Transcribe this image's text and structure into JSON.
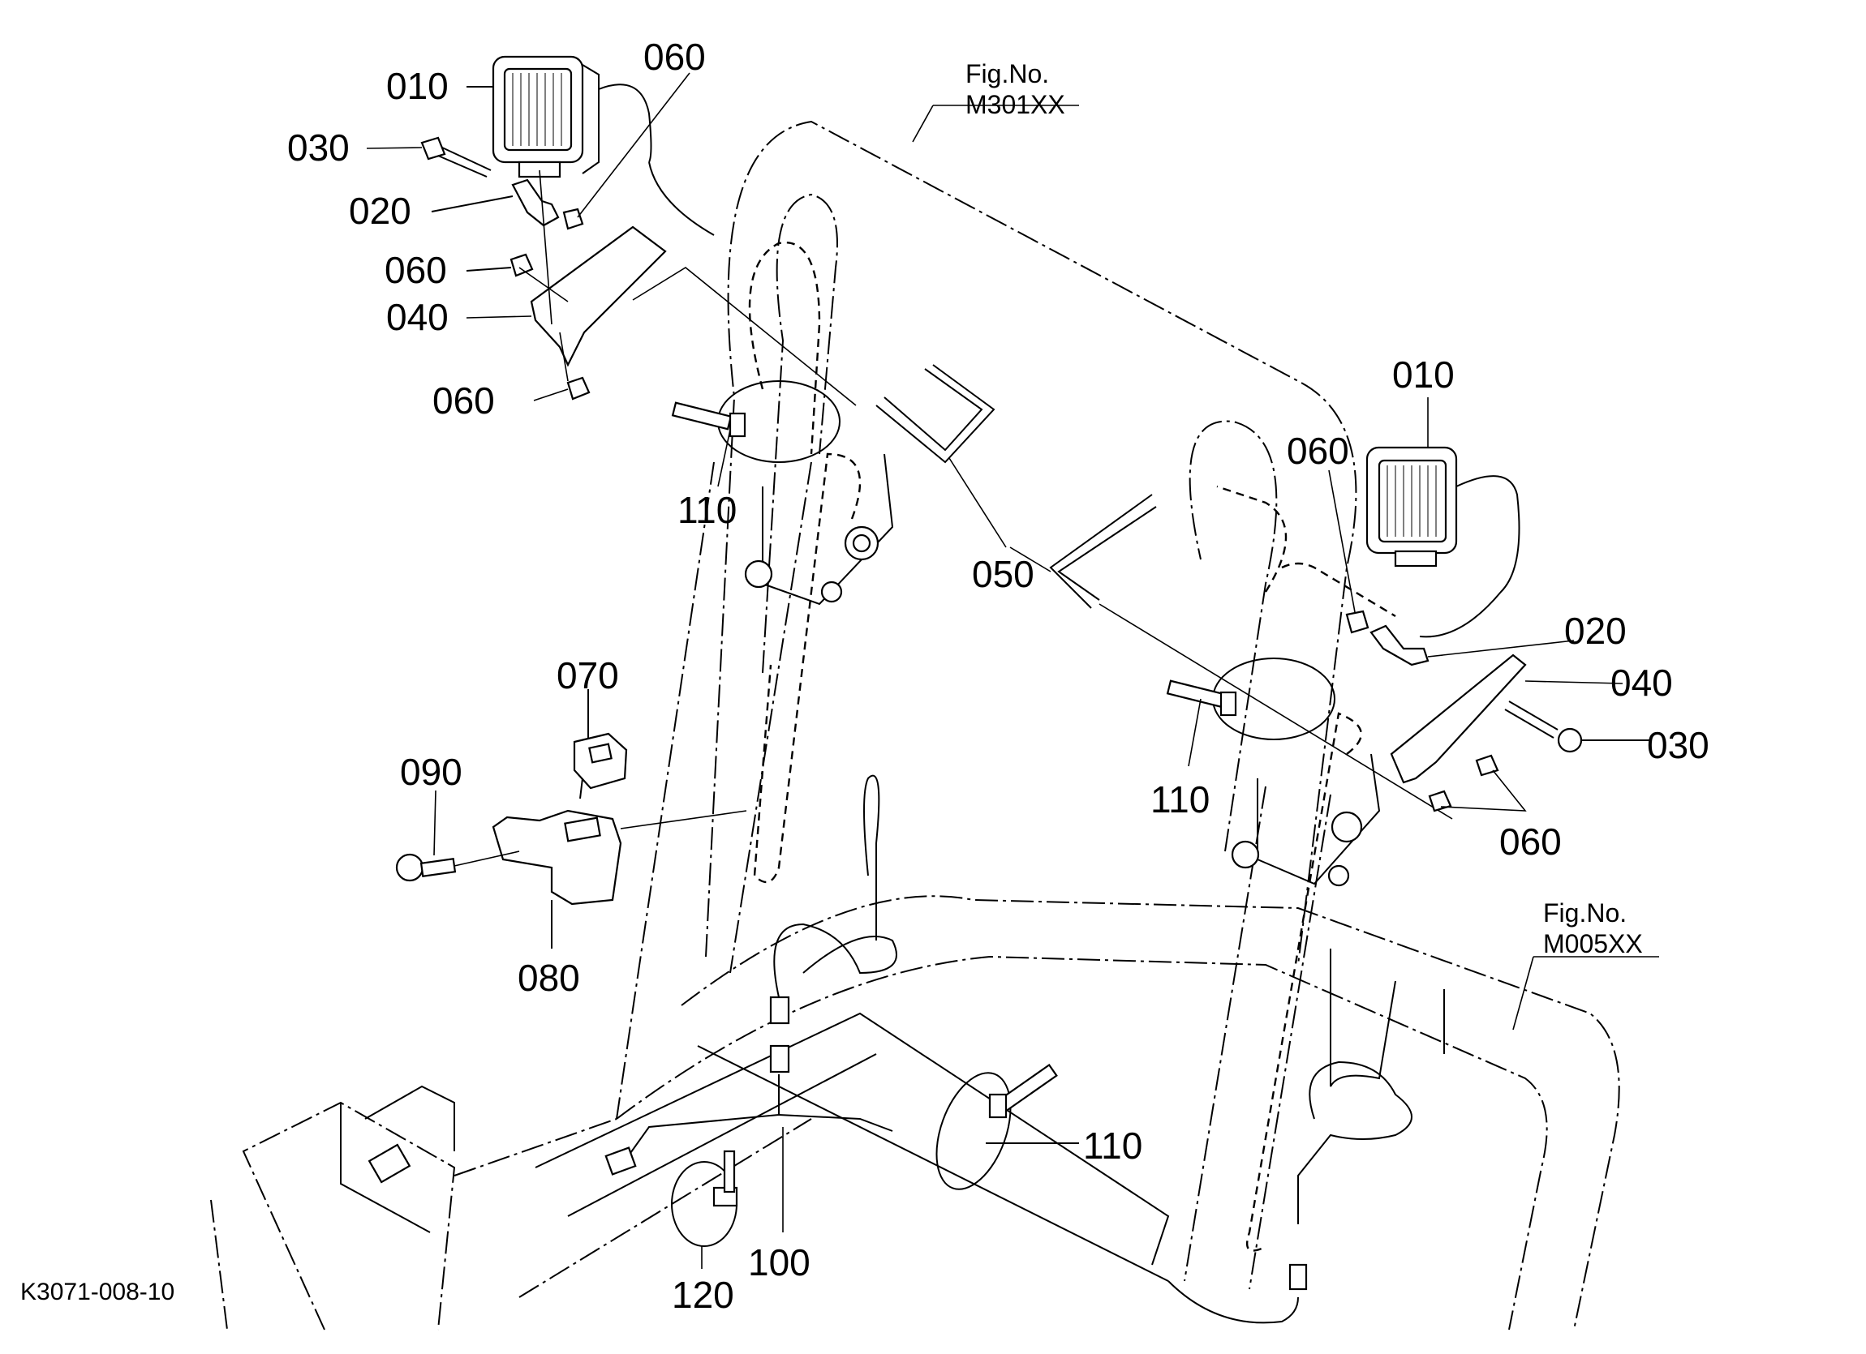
{
  "diagram": {
    "title_code": "K3071-008-10",
    "figure_refs": [
      {
        "label": "Fig.No.",
        "code": "M301XX"
      },
      {
        "label": "Fig.No.",
        "code": "M005XX"
      }
    ],
    "callouts": [
      {
        "id": "010",
        "part": "work-light",
        "side": "left"
      },
      {
        "id": "060",
        "part": "nut",
        "side": "left-top"
      },
      {
        "id": "030",
        "part": "bolt",
        "side": "left"
      },
      {
        "id": "020",
        "part": "light-bracket",
        "side": "left"
      },
      {
        "id": "060",
        "part": "nut",
        "side": "left-mid"
      },
      {
        "id": "040",
        "part": "mounting-stay",
        "side": "left"
      },
      {
        "id": "060",
        "part": "nut",
        "side": "left-bottom"
      },
      {
        "id": "110",
        "part": "cable-tie",
        "side": "left-upper"
      },
      {
        "id": "050",
        "part": "u-bolt",
        "side": "center"
      },
      {
        "id": "010",
        "part": "work-light",
        "side": "right"
      },
      {
        "id": "060",
        "part": "nut",
        "side": "right-top"
      },
      {
        "id": "020",
        "part": "light-bracket",
        "side": "right"
      },
      {
        "id": "040",
        "part": "mounting-stay",
        "side": "right"
      },
      {
        "id": "030",
        "part": "bolt",
        "side": "right"
      },
      {
        "id": "060",
        "part": "nut",
        "side": "right-bottom"
      },
      {
        "id": "110",
        "part": "cable-tie",
        "side": "right-upper"
      },
      {
        "id": "070",
        "part": "switch",
        "side": "lower-left"
      },
      {
        "id": "090",
        "part": "screw",
        "side": "lower-left"
      },
      {
        "id": "080",
        "part": "switch-bracket",
        "side": "lower-left"
      },
      {
        "id": "110",
        "part": "cable-tie",
        "side": "bottom"
      },
      {
        "id": "100",
        "part": "wire-harness",
        "side": "bottom"
      },
      {
        "id": "120",
        "part": "band",
        "side": "bottom"
      }
    ]
  }
}
